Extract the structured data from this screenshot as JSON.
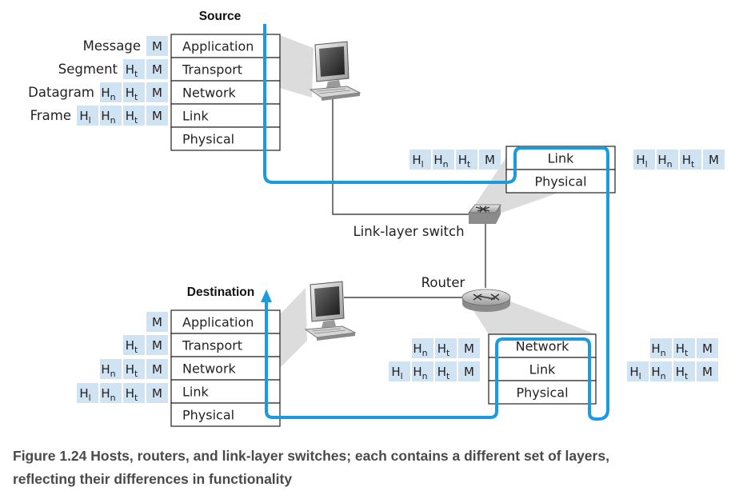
{
  "colors": {
    "flow": "#1a9be0",
    "header_cell": "#cfe3f3",
    "cell_divider": "#ffffff",
    "line": "#231f20",
    "shadow": "#dcdcdc",
    "caption": "#4a4a4a"
  },
  "source": {
    "title": "Source",
    "layers": [
      "Application",
      "Transport",
      "Network",
      "Link",
      "Physical"
    ],
    "pdu_labels": [
      "Message",
      "Segment",
      "Datagram",
      "Frame"
    ],
    "headers": [
      [
        {
          "s": "M"
        }
      ],
      [
        {
          "b": "H",
          "s": "t"
        },
        {
          "s": "M"
        }
      ],
      [
        {
          "b": "H",
          "s": "n"
        },
        {
          "b": "H",
          "s": "t"
        },
        {
          "s": "M"
        }
      ],
      [
        {
          "b": "H",
          "s": "l"
        },
        {
          "b": "H",
          "s": "n"
        },
        {
          "b": "H",
          "s": "t"
        },
        {
          "s": "M"
        }
      ]
    ]
  },
  "switch": {
    "label": "Link-layer switch",
    "layers": [
      "Link",
      "Physical"
    ],
    "in_headers": [
      {
        "b": "H",
        "s": "l"
      },
      {
        "b": "H",
        "s": "n"
      },
      {
        "b": "H",
        "s": "t"
      },
      {
        "s": "M"
      }
    ],
    "out_headers": [
      {
        "b": "H",
        "s": "l"
      },
      {
        "b": "H",
        "s": "n"
      },
      {
        "b": "H",
        "s": "t"
      },
      {
        "s": "M"
      }
    ]
  },
  "router": {
    "label": "Router",
    "layers": [
      "Network",
      "Link",
      "Physical"
    ],
    "left_headers": [
      [
        {
          "b": "H",
          "s": "n"
        },
        {
          "b": "H",
          "s": "t"
        },
        {
          "s": "M"
        }
      ],
      [
        {
          "b": "H",
          "s": "l"
        },
        {
          "b": "H",
          "s": "n"
        },
        {
          "b": "H",
          "s": "t"
        },
        {
          "s": "M"
        }
      ]
    ],
    "right_headers": [
      [
        {
          "b": "H",
          "s": "n"
        },
        {
          "b": "H",
          "s": "t"
        },
        {
          "s": "M"
        }
      ],
      [
        {
          "b": "H",
          "s": "l"
        },
        {
          "b": "H",
          "s": "n"
        },
        {
          "b": "H",
          "s": "t"
        },
        {
          "s": "M"
        }
      ]
    ]
  },
  "destination": {
    "title": "Destination",
    "layers": [
      "Application",
      "Transport",
      "Network",
      "Link",
      "Physical"
    ],
    "headers": [
      [
        {
          "s": "M"
        }
      ],
      [
        {
          "b": "H",
          "s": "t"
        },
        {
          "s": "M"
        }
      ],
      [
        {
          "b": "H",
          "s": "n"
        },
        {
          "b": "H",
          "s": "t"
        },
        {
          "s": "M"
        }
      ],
      [
        {
          "b": "H",
          "s": "l"
        },
        {
          "b": "H",
          "s": "n"
        },
        {
          "b": "H",
          "s": "t"
        },
        {
          "s": "M"
        }
      ]
    ]
  },
  "icons": [
    "computer-icon",
    "switch-icon",
    "router-icon"
  ],
  "caption": {
    "line1": "Figure 1.24 Hosts, routers, and link-layer switches; each contains a different set of layers,",
    "line2": "reflecting their differences in functionality"
  }
}
